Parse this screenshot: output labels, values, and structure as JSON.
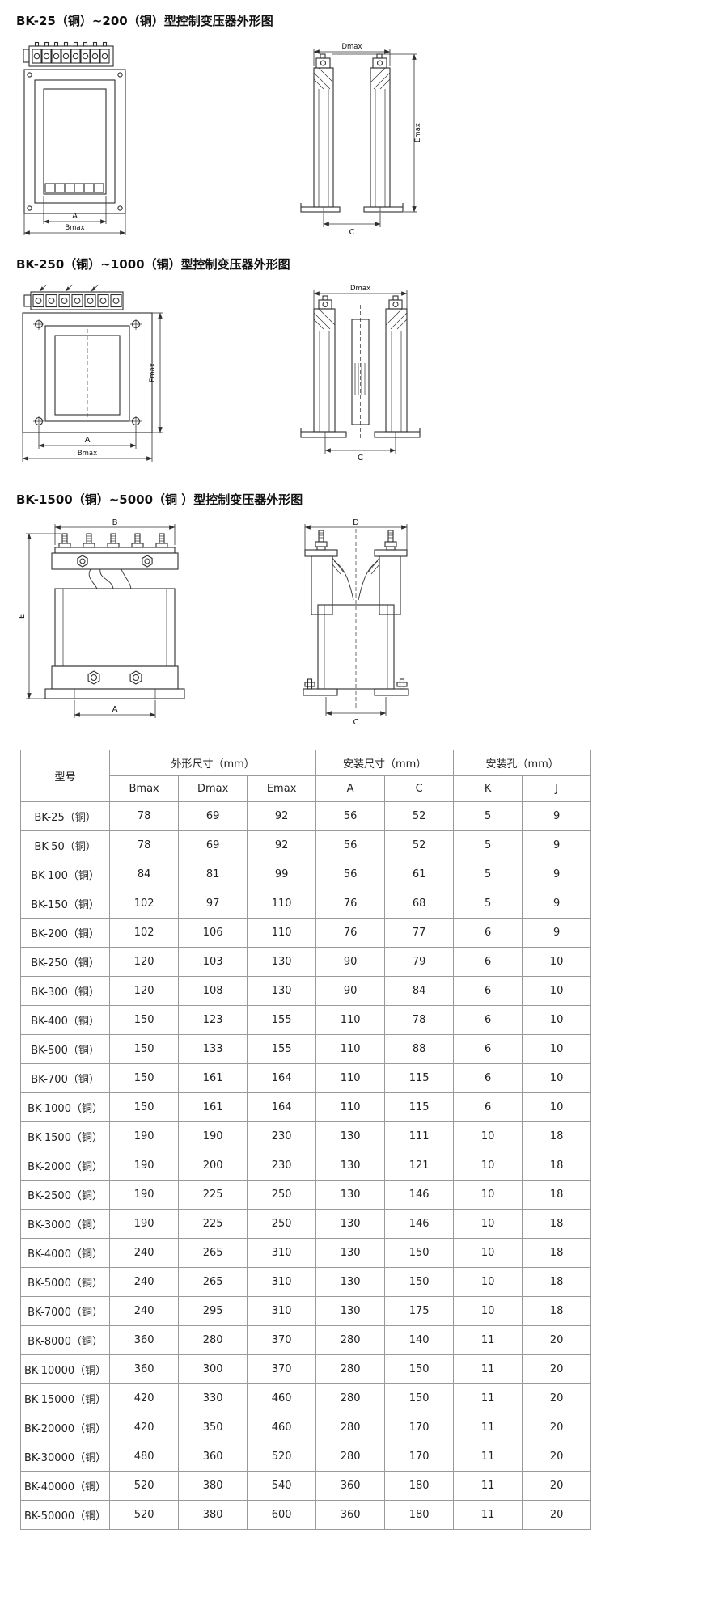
{
  "page": {
    "background": "#ffffff",
    "text_color": "#222222",
    "line_color": "#2f2f2f",
    "table_border_color": "#9a9a9a"
  },
  "sections": [
    {
      "title": "BK-25（铜）~200（铜）型控制变压器外形图",
      "front": {
        "dim_a": "A",
        "dim_bmax": "Bmax"
      },
      "side": {
        "dim_dmax": "Dmax",
        "dim_emax": "Emax",
        "dim_c": "C"
      }
    },
    {
      "title": "BK-250（铜）~1000（铜）型控制变压器外形图",
      "front": {
        "dim_a": "A",
        "dim_bmax": "Bmax",
        "dim_emax": "Emax"
      },
      "side": {
        "dim_dmax": "Dmax",
        "dim_c": "C"
      }
    },
    {
      "title": "BK-1500（铜）~5000（铜 ）型控制变压器外形图",
      "front": {
        "dim_a": "A",
        "dim_b": "B",
        "dim_e": "E"
      },
      "side": {
        "dim_d": "D",
        "dim_c": "C"
      }
    }
  ],
  "table": {
    "header_groups": {
      "model": "型号",
      "outline": "外形尺寸（mm）",
      "mounting": "安装尺寸（mm）",
      "holes": "安装孔（mm）"
    },
    "columns": [
      "Bmax",
      "Dmax",
      "Emax",
      "A",
      "C",
      "K",
      "J"
    ],
    "rows": [
      {
        "model": "BK-25（铜）",
        "values": [
          78,
          69,
          92,
          56,
          52,
          5,
          9
        ]
      },
      {
        "model": "BK-50（铜）",
        "values": [
          78,
          69,
          92,
          56,
          52,
          5,
          9
        ]
      },
      {
        "model": "BK-100（铜）",
        "values": [
          84,
          81,
          99,
          56,
          61,
          5,
          9
        ]
      },
      {
        "model": "BK-150（铜）",
        "values": [
          102,
          97,
          110,
          76,
          68,
          5,
          9
        ]
      },
      {
        "model": "BK-200（铜）",
        "values": [
          102,
          106,
          110,
          76,
          77,
          6,
          9
        ]
      },
      {
        "model": "BK-250（铜）",
        "values": [
          120,
          103,
          130,
          90,
          79,
          6,
          10
        ]
      },
      {
        "model": "BK-300（铜）",
        "values": [
          120,
          108,
          130,
          90,
          84,
          6,
          10
        ]
      },
      {
        "model": "BK-400（铜）",
        "values": [
          150,
          123,
          155,
          110,
          78,
          6,
          10
        ]
      },
      {
        "model": "BK-500（铜）",
        "values": [
          150,
          133,
          155,
          110,
          88,
          6,
          10
        ]
      },
      {
        "model": "BK-700（铜）",
        "values": [
          150,
          161,
          164,
          110,
          115,
          6,
          10
        ]
      },
      {
        "model": "BK-1000（铜）",
        "values": [
          150,
          161,
          164,
          110,
          115,
          6,
          10
        ]
      },
      {
        "model": "BK-1500（铜）",
        "values": [
          190,
          190,
          230,
          130,
          111,
          10,
          18
        ]
      },
      {
        "model": "BK-2000（铜）",
        "values": [
          190,
          200,
          230,
          130,
          121,
          10,
          18
        ]
      },
      {
        "model": "BK-2500（铜）",
        "values": [
          190,
          225,
          250,
          130,
          146,
          10,
          18
        ]
      },
      {
        "model": "BK-3000（铜）",
        "values": [
          190,
          225,
          250,
          130,
          146,
          10,
          18
        ]
      },
      {
        "model": "BK-4000（铜）",
        "values": [
          240,
          265,
          310,
          130,
          150,
          10,
          18
        ]
      },
      {
        "model": "BK-5000（铜）",
        "values": [
          240,
          265,
          310,
          130,
          150,
          10,
          18
        ]
      },
      {
        "model": "BK-7000（铜）",
        "values": [
          240,
          295,
          310,
          130,
          175,
          10,
          18
        ]
      },
      {
        "model": "BK-8000（铜）",
        "values": [
          360,
          280,
          370,
          280,
          140,
          11,
          20
        ]
      },
      {
        "model": "BK-10000（铜）",
        "values": [
          360,
          300,
          370,
          280,
          150,
          11,
          20
        ]
      },
      {
        "model": "BK-15000（铜）",
        "values": [
          420,
          330,
          460,
          280,
          150,
          11,
          20
        ]
      },
      {
        "model": "BK-20000（铜）",
        "values": [
          420,
          350,
          460,
          280,
          170,
          11,
          20
        ]
      },
      {
        "model": "BK-30000（铜）",
        "values": [
          480,
          360,
          520,
          280,
          170,
          11,
          20
        ]
      },
      {
        "model": "BK-40000（铜）",
        "values": [
          520,
          380,
          540,
          360,
          180,
          11,
          20
        ]
      },
      {
        "model": "BK-50000（铜）",
        "values": [
          520,
          380,
          600,
          360,
          180,
          11,
          20
        ]
      }
    ]
  }
}
